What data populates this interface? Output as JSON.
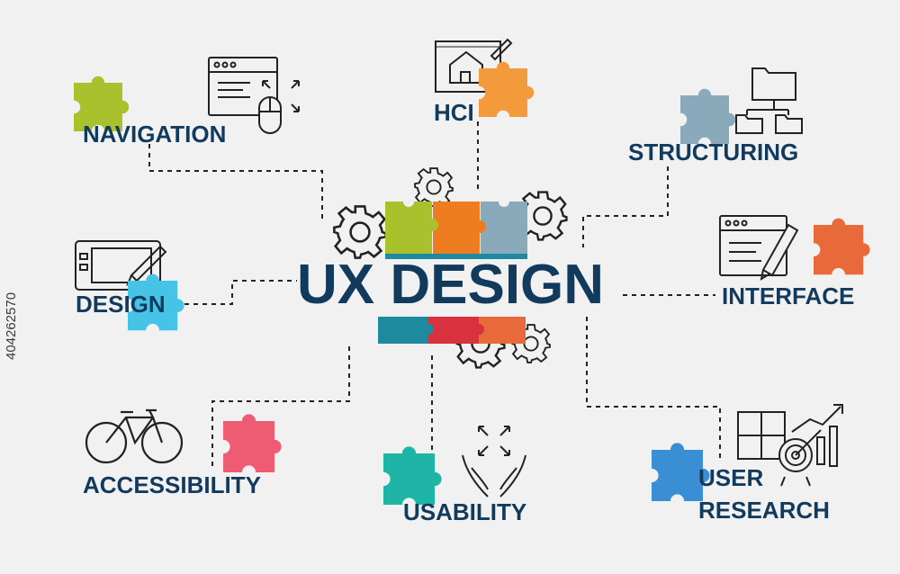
{
  "title": "UX DESIGN",
  "labels": {
    "navigation": "NAVIGATION",
    "hci": "HCI",
    "structuring": "STRUCTURING",
    "design": "DESIGN",
    "interface": "INTERFACE",
    "accessibility": "ACCESSIBILITY",
    "usability": "USABILITY",
    "user_research_line1": "USER",
    "user_research_line2": "RESEARCH"
  },
  "stock_id": "404262570",
  "colors": {
    "text": "#123a5c",
    "lime": "#a9c12d",
    "orange": "#f39a3c",
    "deep_orange": "#e8762b",
    "slate_blue": "#8aa9ba",
    "cyan": "#45c4e8",
    "pink": "#ef5b72",
    "teal": "#1fb5a6",
    "blue": "#3a8fd4",
    "red": "#d8323f",
    "teal_dark": "#1e8aa0",
    "salmon": "#e86a3a",
    "line": "#222222"
  },
  "icons": [
    "browser-expand-mouse-icon",
    "house-drawing-icon",
    "folder-tree-icon",
    "drawing-tablet-icon",
    "edit-window-icon",
    "bicycle-icon",
    "hands-expand-icon",
    "puzzle-target-chart-icon",
    "gear-icon"
  ]
}
